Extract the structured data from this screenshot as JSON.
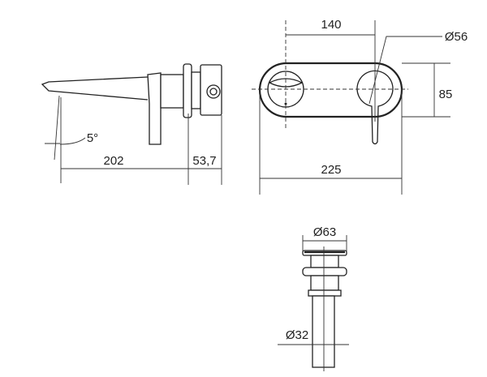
{
  "side_view": {
    "dim_length": "202",
    "dim_depth": "53,7",
    "angle": "5°"
  },
  "front_view": {
    "dim_centers": "140",
    "dim_diameter": "Ø56",
    "dim_height": "85",
    "dim_width": "225"
  },
  "waste_view": {
    "dim_top_diameter": "Ø63",
    "dim_pipe_diameter": "Ø32"
  }
}
